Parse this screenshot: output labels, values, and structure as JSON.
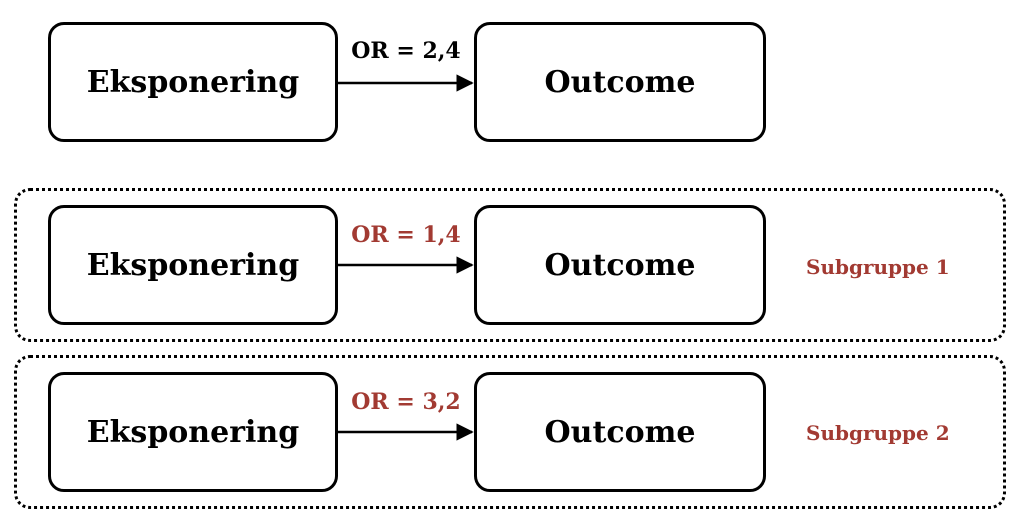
{
  "colors": {
    "accent": "#a23a32",
    "stroke": "#000000"
  },
  "rows": [
    {
      "exposure": "Eksponering",
      "outcome": "Outcome",
      "or_label": "OR = 2,4",
      "subgroup": ""
    },
    {
      "exposure": "Eksponering",
      "outcome": "Outcome",
      "or_label": "OR = 1,4",
      "subgroup": "Subgruppe 1"
    },
    {
      "exposure": "Eksponering",
      "outcome": "Outcome",
      "or_label": "OR = 3,2",
      "subgroup": "Subgruppe 2"
    }
  ]
}
